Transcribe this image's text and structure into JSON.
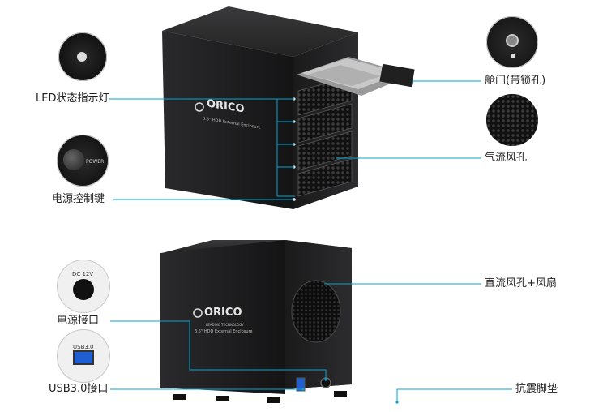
{
  "labels": {
    "led": "LED状态指示灯",
    "power_switch": "电源控制键",
    "bay_door": "舱门(带锁孔)",
    "vent_holes": "气流风孔",
    "fan_vent": "直流风孔+风扇",
    "power_port": "电源接口",
    "usb_port": "USB3.0接口",
    "feet": "抗震脚垫"
  },
  "product": {
    "brand": "ORICO",
    "model_text": "3.5\" HDD External Enclosure",
    "tagline": "LEADING TECHNOLOGY",
    "power_button_text": "POWER",
    "dc_label": "DC 12V",
    "usb_label": "USB3.0"
  },
  "colors": {
    "callout_line": "#00a6d6",
    "enclosure_body": "#1d1d1f",
    "background": "#ffffff"
  },
  "icons": [
    "lock-icon",
    "power-button-icon",
    "dc-jack-icon",
    "usb3-port-icon",
    "vent-grille-icon"
  ]
}
